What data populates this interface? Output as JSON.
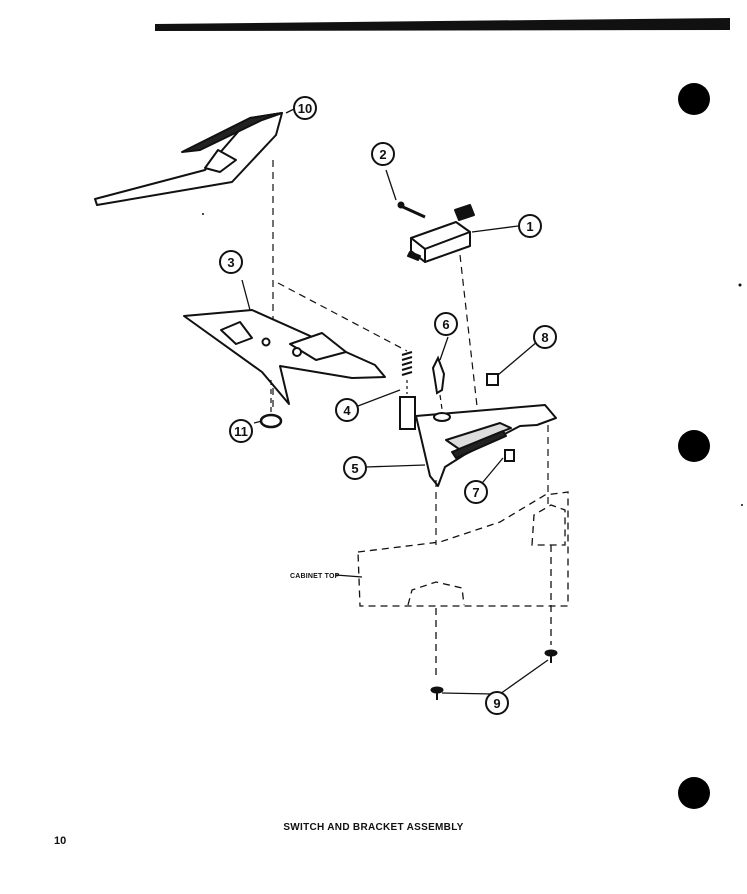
{
  "callouts": [
    "1",
    "2",
    "3",
    "4",
    "5",
    "6",
    "7",
    "8",
    "9",
    "10",
    "11"
  ],
  "labels": {
    "cabinet_top": "CABINET TOP"
  },
  "caption": "SWITCH AND BRACKET ASSEMBLY",
  "page_number": "10",
  "colors": {
    "ink": "#111111",
    "paper": "#ffffff"
  }
}
